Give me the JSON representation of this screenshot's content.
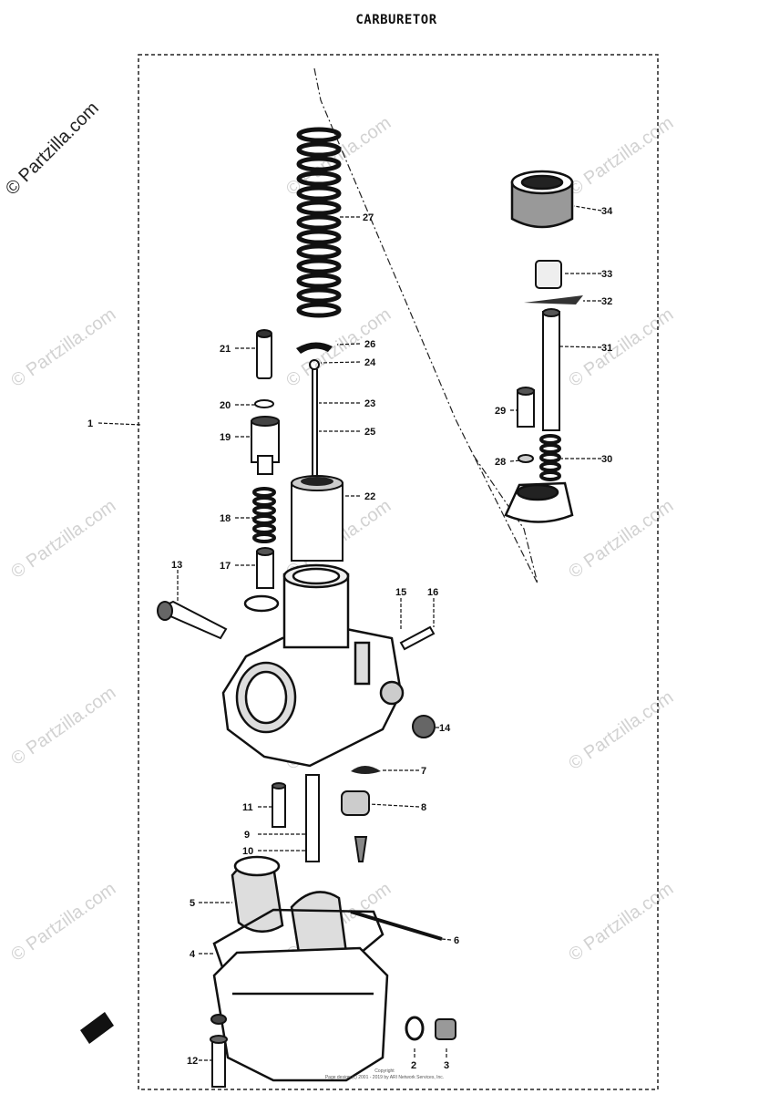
{
  "title": "CARBURETOR",
  "watermark": "© Partzilla.com",
  "copyright_line1": "Copyright",
  "copyright_line2": "Page design (c) 2001 - 2019 by ARI Network Services, Inc.",
  "callouts": {
    "c1": "1",
    "c2": "2",
    "c3": "3",
    "c4": "4",
    "c5": "5",
    "c6": "6",
    "c7": "7",
    "c8": "8",
    "c9": "9",
    "c10": "10",
    "c11": "11",
    "c12": "12",
    "c13": "13",
    "c14": "14",
    "c15": "15",
    "c16": "16",
    "c17": "17",
    "c18": "18",
    "c19": "19",
    "c20": "20",
    "c21": "21",
    "c22": "22",
    "c23": "23",
    "c24": "24",
    "c25": "25",
    "c26": "26",
    "c27": "27",
    "c28": "28",
    "c29": "29",
    "c30": "30",
    "c31": "31",
    "c32": "32",
    "c33": "33",
    "c34": "34"
  }
}
